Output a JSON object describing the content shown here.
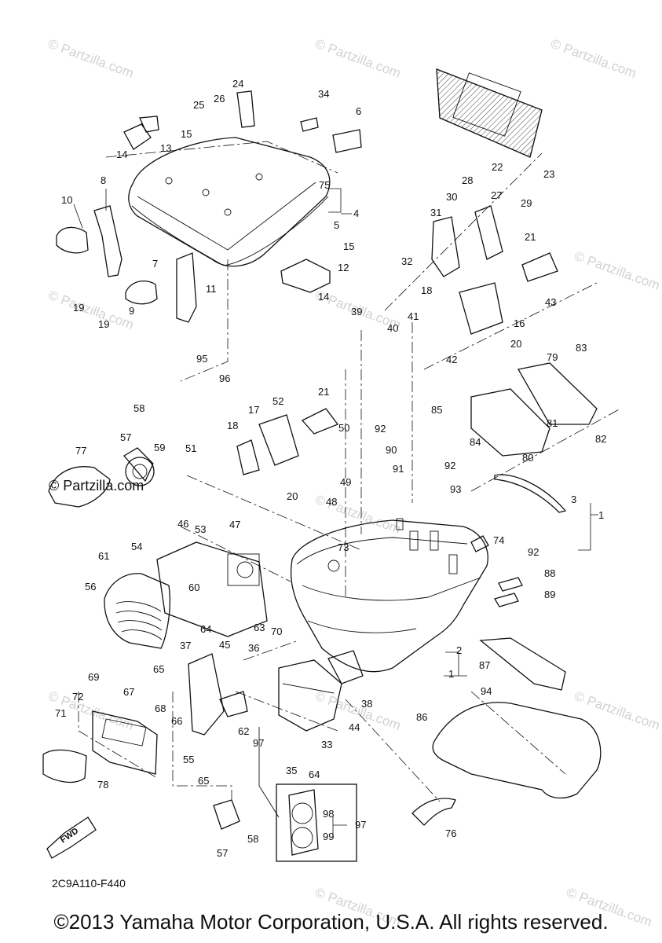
{
  "watermark": "© Partzilla.com",
  "brand_logo": "© Partzilla.com",
  "diagram_code": "2C9A110-F440",
  "fwd_label": "FWD",
  "copyright": "©2013 Yamaha Motor Corporation, U.S.A. All rights reserved.",
  "callouts": [
    "1",
    "2",
    "3",
    "4",
    "5",
    "6",
    "7",
    "8",
    "9",
    "10",
    "11",
    "12",
    "13",
    "14",
    "15",
    "16",
    "17",
    "18",
    "19",
    "20",
    "21",
    "22",
    "23",
    "24",
    "25",
    "26",
    "27",
    "28",
    "29",
    "30",
    "31",
    "32",
    "33",
    "34",
    "35",
    "36",
    "37",
    "38",
    "39",
    "40",
    "41",
    "42",
    "43",
    "44",
    "45",
    "46",
    "47",
    "48",
    "49",
    "50",
    "51",
    "52",
    "53",
    "54",
    "55",
    "56",
    "57",
    "58",
    "59",
    "60",
    "61",
    "62",
    "63",
    "64",
    "65",
    "66",
    "67",
    "68",
    "69",
    "70",
    "71",
    "72",
    "73",
    "74",
    "75",
    "76",
    "77",
    "78",
    "79",
    "80",
    "81",
    "82",
    "83",
    "84",
    "85",
    "86",
    "87",
    "88",
    "89",
    "90",
    "91",
    "92",
    "93",
    "94",
    "95",
    "96",
    "97",
    "98",
    "99"
  ]
}
